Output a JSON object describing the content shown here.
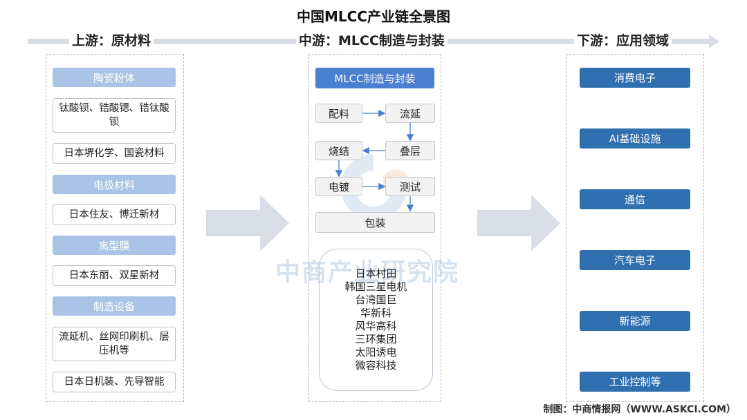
{
  "title": "中国MLCC产业链全景图",
  "upstream": {
    "heading": "上游：原材料",
    "groups": [
      {
        "label": "陶瓷粉体",
        "items": [
          "钛酸钡、锆酸锶、锆钛酸钡",
          "日本堺化学、国瓷材料"
        ]
      },
      {
        "label": "电极材料",
        "items": [
          "日本住友、博迁新材"
        ]
      },
      {
        "label": "离型膜",
        "items": [
          "日本东丽、双星新材"
        ]
      },
      {
        "label": "制造设备",
        "items": [
          "流延机、丝网印刷机、层压机等",
          "日本日机装、先导智能"
        ]
      }
    ]
  },
  "midstream": {
    "heading": "中游：MLCC制造与封装",
    "box_title": "MLCC制造与封装",
    "steps": [
      "配料",
      "流延",
      "叠层",
      "烧结",
      "电镀",
      "测试",
      "包装"
    ],
    "companies": [
      "日本村田",
      "韩国三星电机",
      "台湾国巨",
      "华新科",
      "风华高科",
      "三环集团",
      "太阳诱电",
      "微容科技"
    ]
  },
  "downstream": {
    "heading": "下游：应用领域",
    "apps": [
      "消费电子",
      "AI基础设施",
      "通信",
      "汽车电子",
      "新能源",
      "工业控制等"
    ]
  },
  "watermark": "中商产业研究院",
  "source": "制图：中商情报网（WWW.ASKCI.COM）",
  "colors": {
    "light_blue": "#a9c4e6",
    "mid_blue": "#4a7fd1",
    "dark_blue": "#2f6fb0",
    "arrow_grey": "#d9dee6"
  }
}
